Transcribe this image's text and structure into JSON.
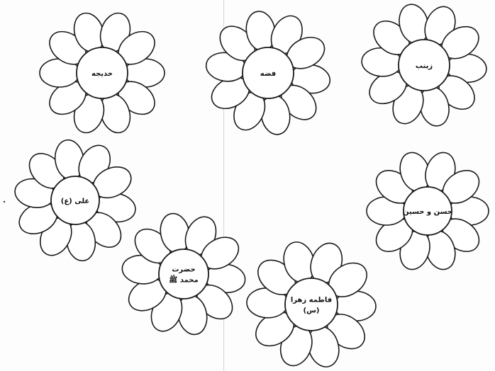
{
  "flowers": [
    {
      "id": "khadijeh",
      "lines": [
        "خدیجه"
      ]
    },
    {
      "id": "fezzeh",
      "lines": [
        "فضه"
      ]
    },
    {
      "id": "zeynab",
      "lines": [
        "زینب"
      ]
    },
    {
      "id": "ali",
      "lines": [
        "علی (ع)"
      ]
    },
    {
      "id": "hasan-hosein",
      "lines": [
        "حسن و حسین"
      ]
    },
    {
      "id": "mohammad",
      "lines": [
        "حضرت",
        "محمد ﷺ"
      ]
    },
    {
      "id": "fatemeh",
      "lines": [
        "فاطمه زهرا",
        "(س)"
      ]
    }
  ]
}
